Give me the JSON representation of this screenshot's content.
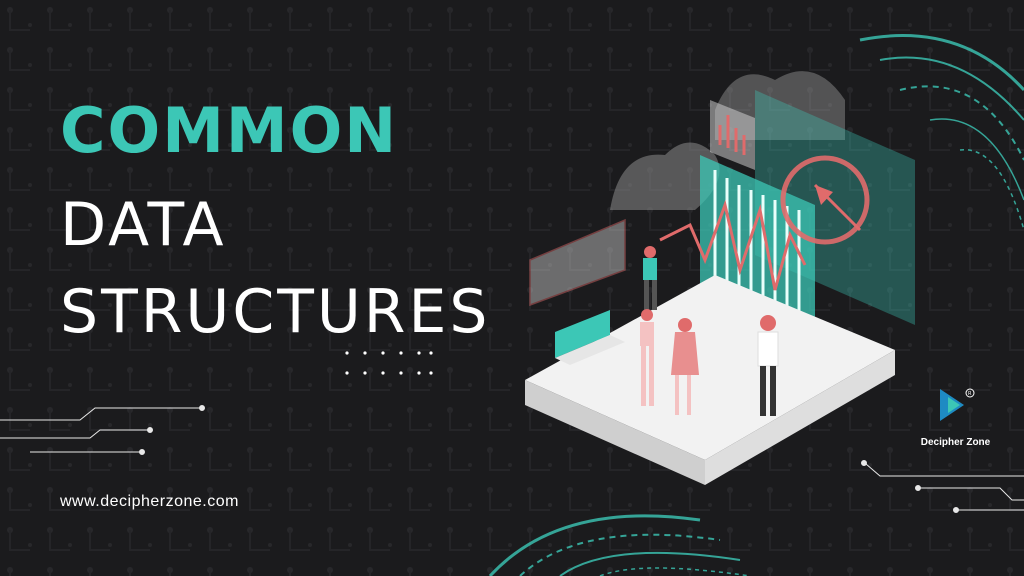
{
  "title": {
    "accent": "COMMON",
    "line1": "DATA",
    "line2": "STRUCTURES"
  },
  "website": "www.decipherzone.com",
  "brand": {
    "name": "Decipher Zone",
    "logo": "decipher-zone-logo-icon"
  },
  "colors": {
    "background": "#1b1b1d",
    "accent": "#3cc7b6",
    "chart_red": "#e06b6b",
    "text": "#ffffff"
  }
}
